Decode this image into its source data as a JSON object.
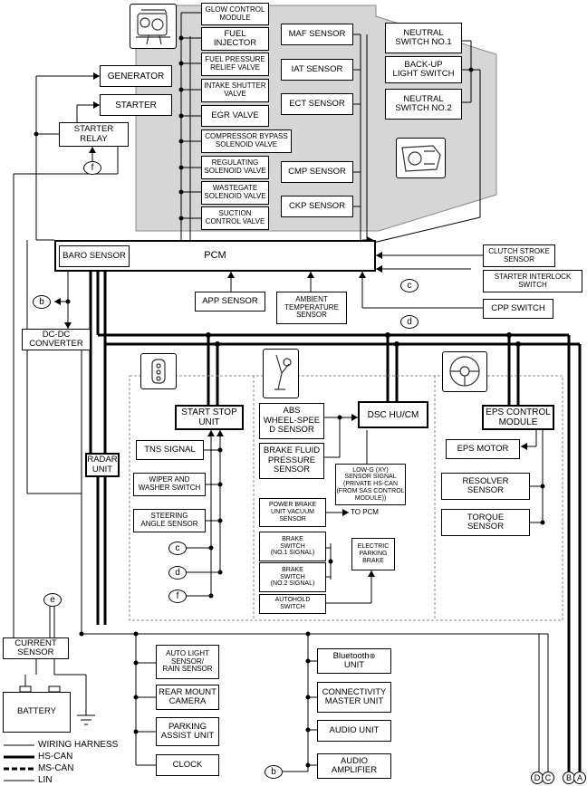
{
  "engine_area": {
    "actuators": {
      "glow": "GLOW CONTROL\nMODULE",
      "injector": "FUEL\nINJECTOR",
      "fp_relief": "FUEL PRESSURE\nRELIEF VALVE",
      "shutter": "INTAKE SHUTTER\nVALVE",
      "egr": "EGR VALVE",
      "bypass": "COMPRESSOR BYPASS\nSOLENOID VALVE",
      "regulating": "REGULATING\nSOLENOID VALVE",
      "wastegate": "WASTEGATE\nSOLENOID VALVE",
      "suction": "SUCTION\nCONTROL VALVE"
    },
    "sensors": {
      "maf": "MAF SENSOR",
      "iat": "IAT SENSOR",
      "ect": "ECT SENSOR",
      "cmp": "CMP SENSOR",
      "ckp": "CKP SENSOR"
    },
    "switches": {
      "neutral1": "NEUTRAL\nSWITCH NO.1",
      "backup": "BACK-UP\nLIGHT SWITCH",
      "neutral2": "NEUTRAL\nSWITCH NO.2"
    }
  },
  "starting": {
    "generator": "GENERATOR",
    "starter": "STARTER",
    "relay": "STARTER\nRELAY"
  },
  "pcm": {
    "label": "PCM",
    "baro": "BARO SENSOR",
    "app": "APP SENSOR",
    "ambient": "AMBIENT\nTEMPERATURE\nSENSOR",
    "clutch": "CLUTCH STROKE\nSENSOR",
    "interlock": "STARTER INTERLOCK\nSWITCH",
    "cpp": "CPP SWITCH"
  },
  "power": {
    "dcdc": "DC-DC\nCONVERTER",
    "current": "CURRENT\nSENSOR",
    "battery": "BATTERY"
  },
  "chassis": {
    "radar": "RADAR\nUNIT",
    "start_stop": "START STOP\nUNIT",
    "tns": "TNS SIGNAL",
    "wiper": "WIPER AND\nWASHER SWITCH",
    "steering": "STEERING\nANGLE SENSOR",
    "abs": "ABS\nWHEEL-SPEE\nD SENSOR",
    "brake_fluid": "BRAKE FLUID\nPRESSURE\nSENSOR",
    "dsc": "DSC HU/CM",
    "lowg": "LOW-G (XY)\nSENSOR SIGNAL\n(PRIVATE HS-CAN\n(FROM SAS CONTROL\nMODULE))",
    "pbvac": "POWER BRAKE\nUNIT VACUUM\nSENSOR",
    "to_pcm": "TO PCM",
    "bsw1": "BRAKE\nSWITCH\n(NO.1 SIGNAL)",
    "bsw2": "BRAKE\nSWITCH\n(NO.2 SIGNAL)",
    "autohold": "AUTOHOLD\nSWITCH",
    "epb": "ELECTRIC\nPARKING\nBRAKE",
    "eps_cm": "EPS CONTROL\nMODULE",
    "eps_motor": "EPS MOTOR",
    "resolver": "RESOLVER\nSENSOR",
    "torque": "TORQUE\nSENSOR"
  },
  "body": {
    "autolight": "AUTO LIGHT\nSENSOR/\nRAIN SENSOR",
    "rear_cam": "REAR MOUNT\nCAMERA",
    "parking": "PARKING\nASSIST UNIT",
    "clock": "CLOCK",
    "bt": "Bluetooth",
    "bt_unit": "UNIT",
    "connectivity": "CONNECTIVITY\nMASTER UNIT",
    "audio": "AUDIO UNIT",
    "amp": "AUDIO\nAMPLIFIER"
  },
  "connectors": {
    "b": "b",
    "c": "c",
    "d": "d",
    "e": "e",
    "f": "f",
    "A": "A",
    "B": "B",
    "C": "C",
    "D": "D"
  },
  "legend": {
    "wiring": "WIRING HARNESS",
    "hs": "HS-CAN",
    "ms": "MS-CAN",
    "lin": "LIN"
  },
  "colors": {
    "engine_bay_fill": "#d6d6d6",
    "line": "#000000",
    "dashed_group": "#888888"
  }
}
